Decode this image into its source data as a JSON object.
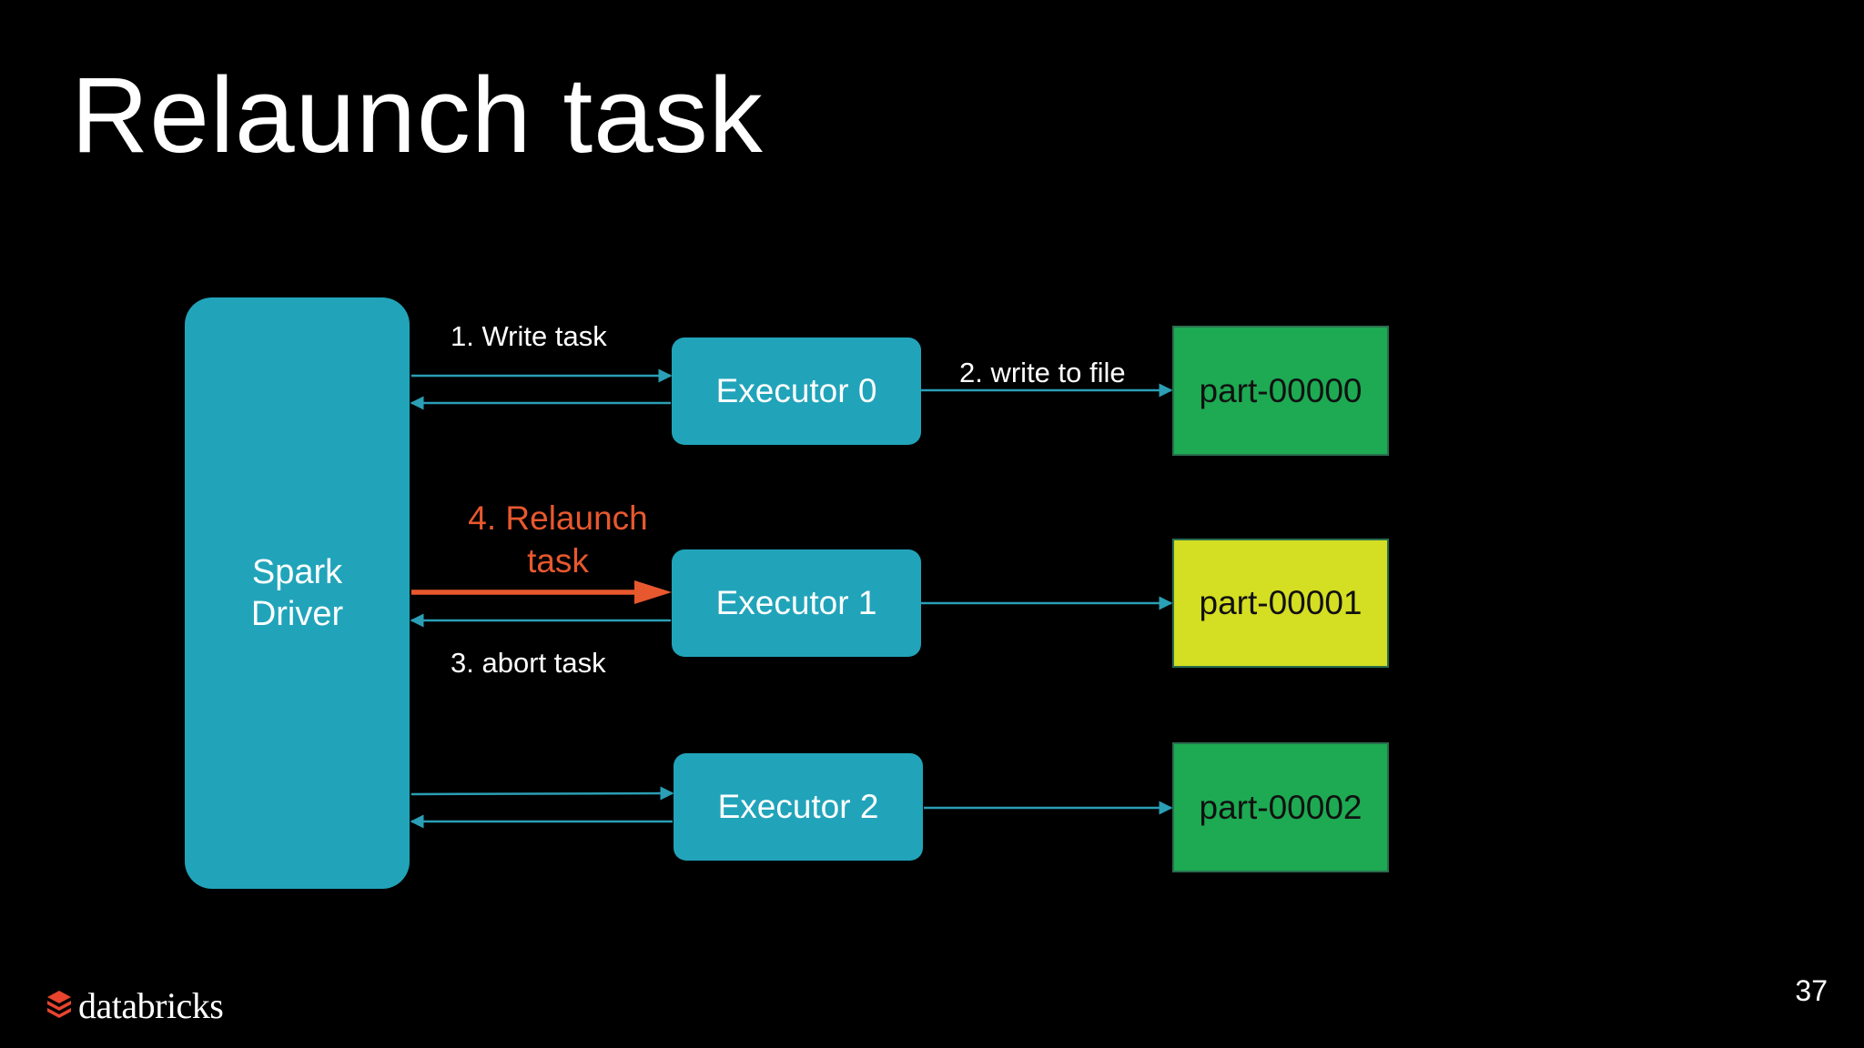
{
  "slide": {
    "title": "Relaunch task",
    "page_number": "37"
  },
  "colors": {
    "background": "#000000",
    "box_teal": "#21a4ba",
    "arrow_teal": "#2a9fb5",
    "part_green": "#1daa52",
    "part_yellow": "#d4de22",
    "highlight_orange": "#e8582e",
    "text_white": "#ffffff"
  },
  "diagram": {
    "driver": {
      "label": "Spark\nDriver"
    },
    "executors": [
      {
        "label": "Executor 0"
      },
      {
        "label": "Executor 1"
      },
      {
        "label": "Executor 2"
      }
    ],
    "parts": [
      {
        "label": "part-00000",
        "status": "written"
      },
      {
        "label": "part-00001",
        "status": "in progress"
      },
      {
        "label": "part-00002",
        "status": "written"
      }
    ],
    "steps": {
      "write_task": "1.  Write task",
      "write_to_file": "2. write to file",
      "abort_task": "3.  abort task",
      "relaunch_task": "4.  Relaunch\ntask"
    }
  },
  "footer": {
    "logo_text": "databricks",
    "logo_icon": "databricks-stack-icon"
  }
}
